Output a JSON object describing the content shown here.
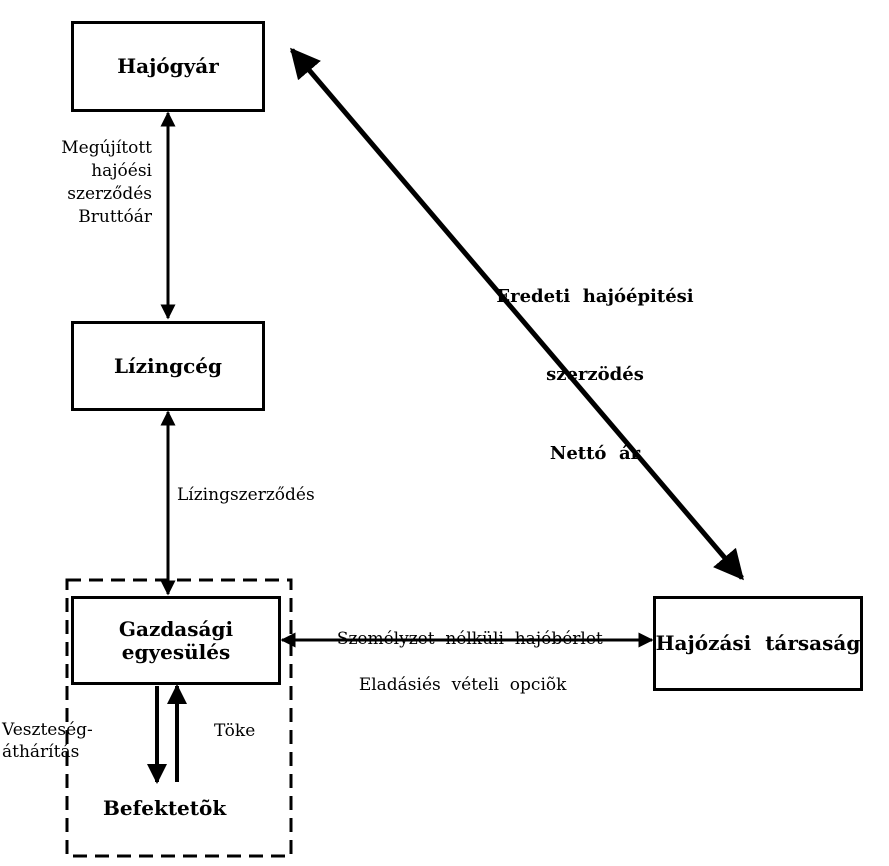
{
  "nodes": {
    "shipyard": "Hajógyár",
    "leasing_company": "Lízingcég",
    "economic_association_line1": "Gazdasági",
    "economic_association_line2": "egyesülés",
    "shipping_company": "Hajózási  társaság",
    "investors": "Befektetõk"
  },
  "edges": {
    "shipyard_leasing_line1": "Megújított",
    "shipyard_leasing_line2": "hajóési",
    "shipyard_leasing_line3": "szerződés",
    "shipyard_leasing_line4": "Bruttóár",
    "original_contract_line1": "Eredeti  hajóépitési",
    "original_contract_line2": "szerzödés",
    "original_contract_line3": "Nettó  ár",
    "leasing_contract": "Lízingszerződés",
    "bareboat_charter": "Személyzet  nélküli  hajóbérlet",
    "sale_purchase_options": "Eladásiés  vételi  opciõk",
    "loss_transfer_line1": "Veszteség-",
    "loss_transfer_line2": "áthárítás",
    "capital": "Töke"
  }
}
